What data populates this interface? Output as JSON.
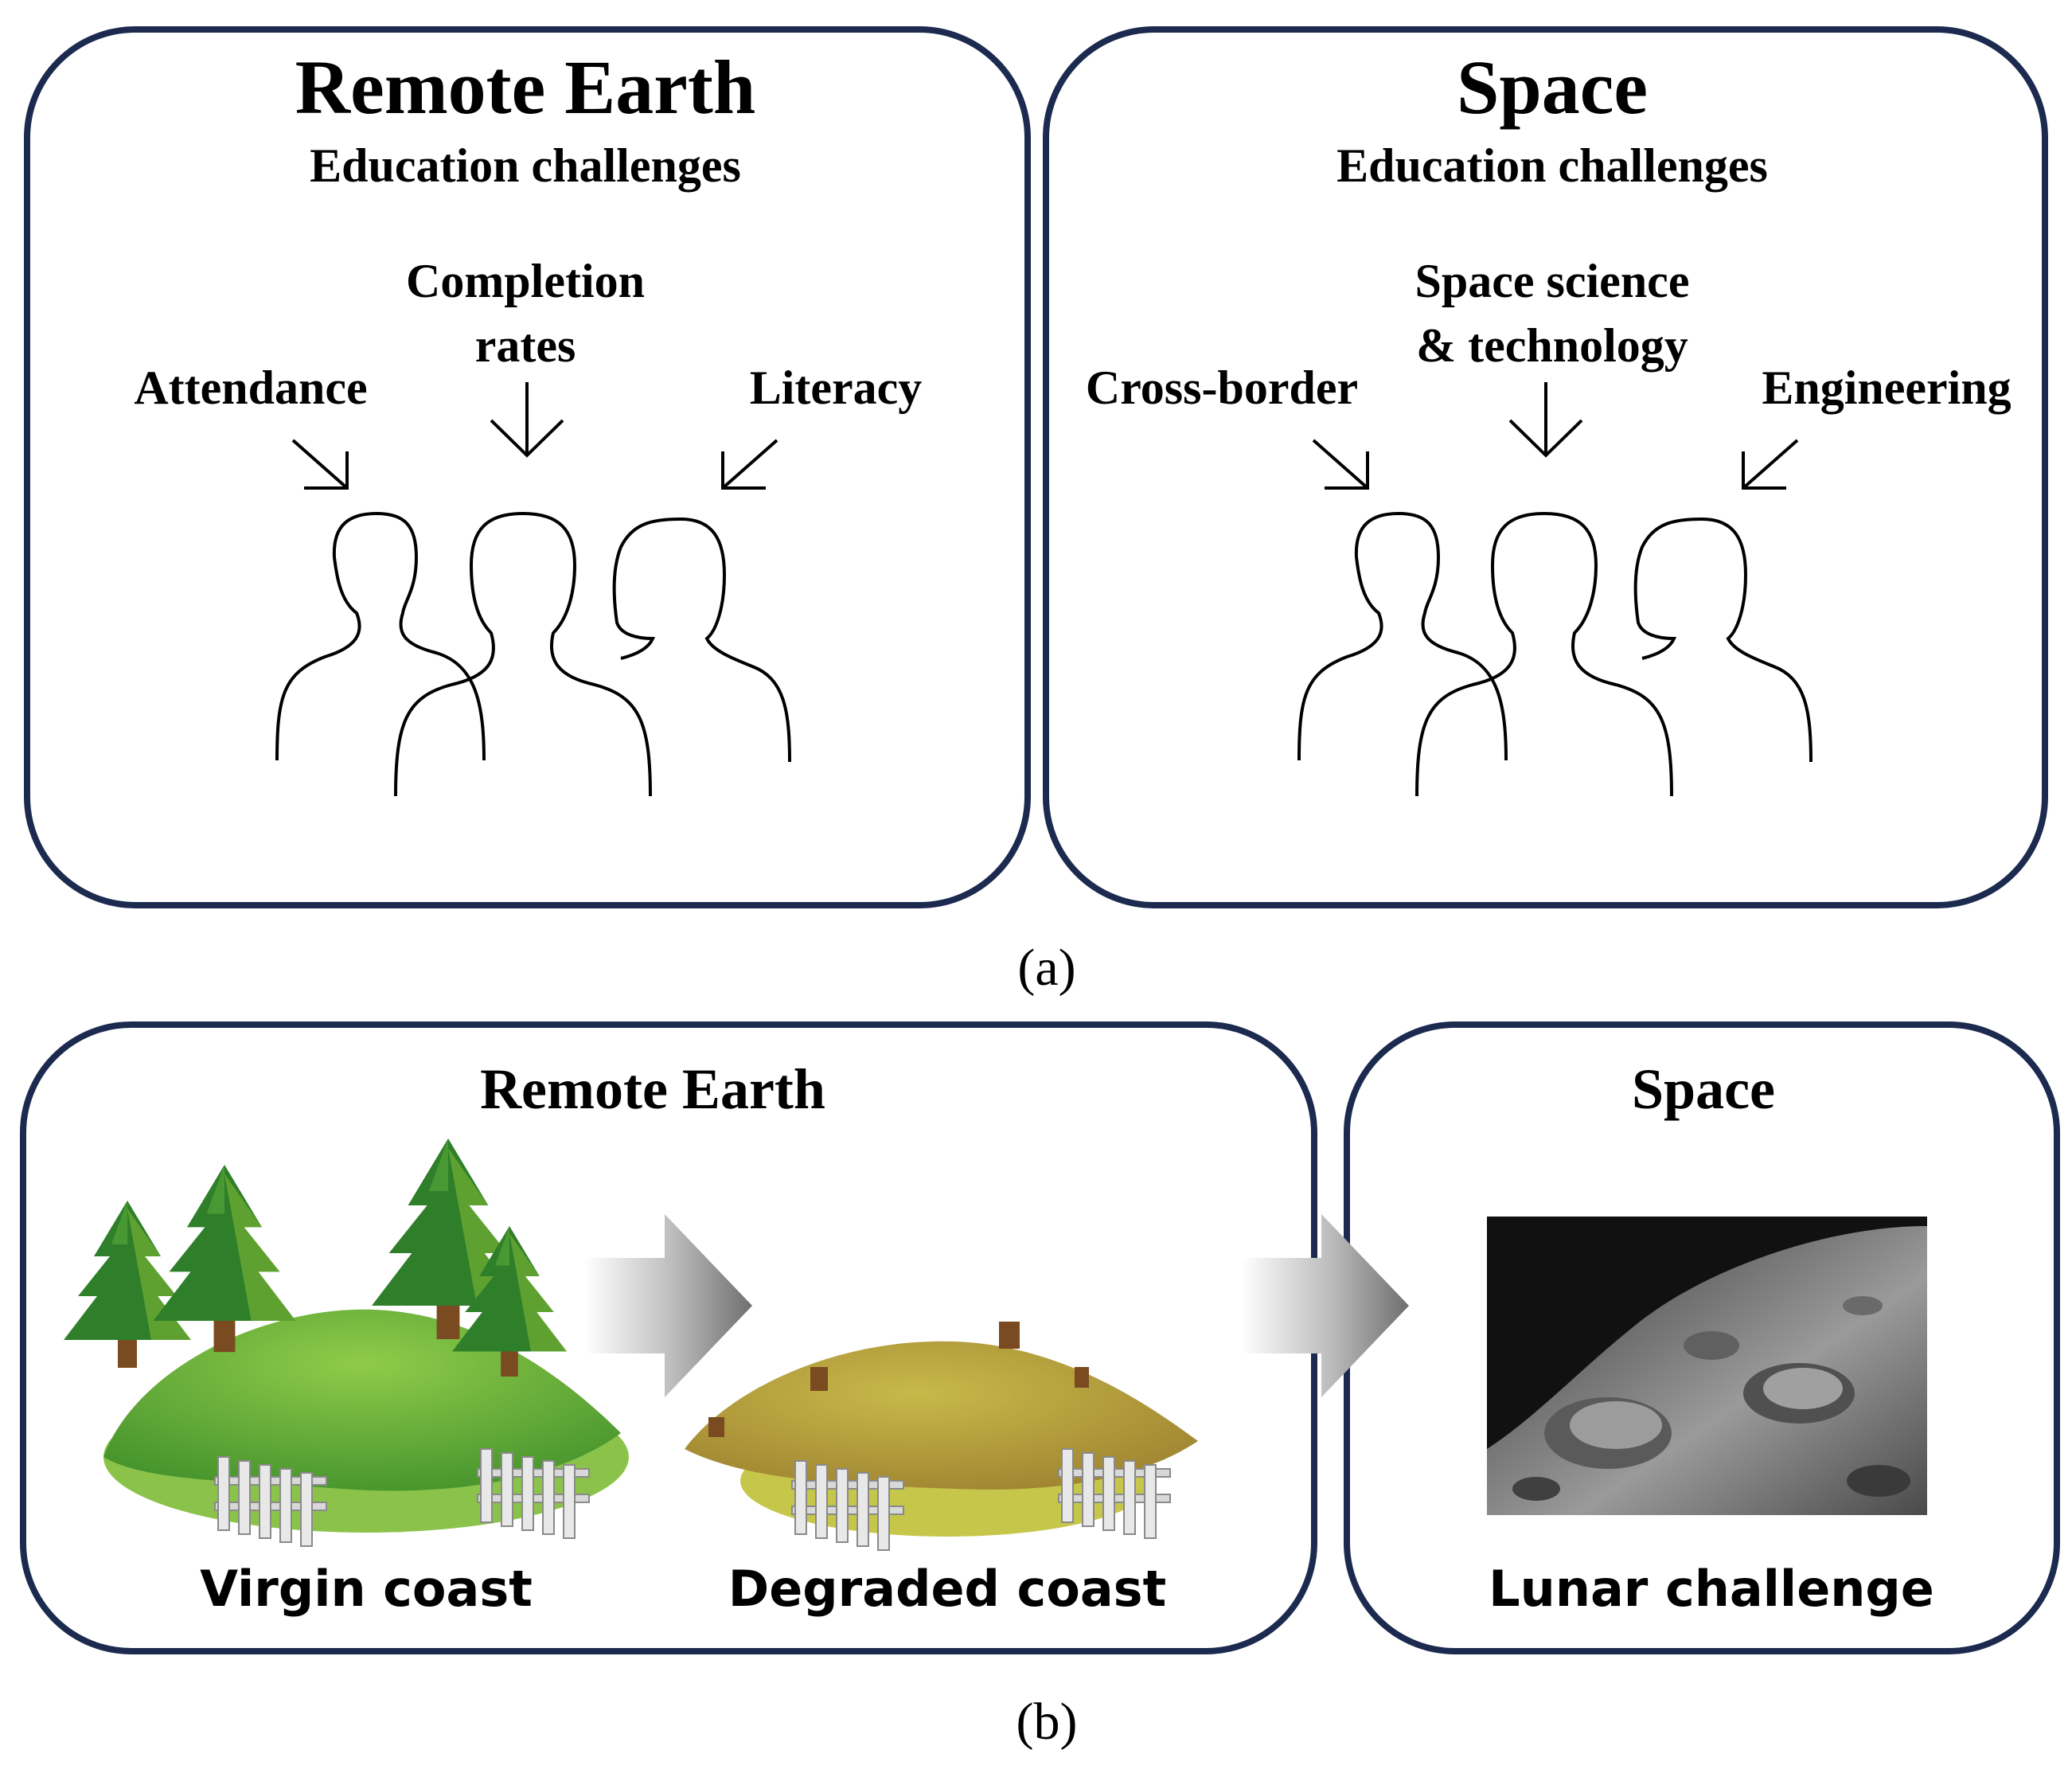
{
  "colors": {
    "border": "#1b2a4e",
    "text": "#000000"
  },
  "panel_a": {
    "caption": "(a)",
    "left": {
      "title": "Remote Earth",
      "subtitle": "Education challenges",
      "label_left": "Attendance",
      "label_center_line1": "Completion",
      "label_center_line2": "rates",
      "label_right": "Literacy"
    },
    "right": {
      "title": "Space",
      "subtitle": "Education challenges",
      "label_left": "Cross-border",
      "label_center_line1": "Space science",
      "label_center_line2": "& technology",
      "label_right": "Engineering"
    }
  },
  "panel_b": {
    "caption": "(b)",
    "left": {
      "title": "Remote Earth",
      "caption_virgin": "Virgin coast",
      "caption_degraded": "Degraded coast"
    },
    "right": {
      "title": "Space",
      "caption_lunar": "Lunar challenge"
    }
  },
  "icons": [
    "people-group-icon",
    "arrow-icon",
    "tree-icon",
    "fence-icon",
    "gray-arrow-icon",
    "moon-surface-image"
  ]
}
